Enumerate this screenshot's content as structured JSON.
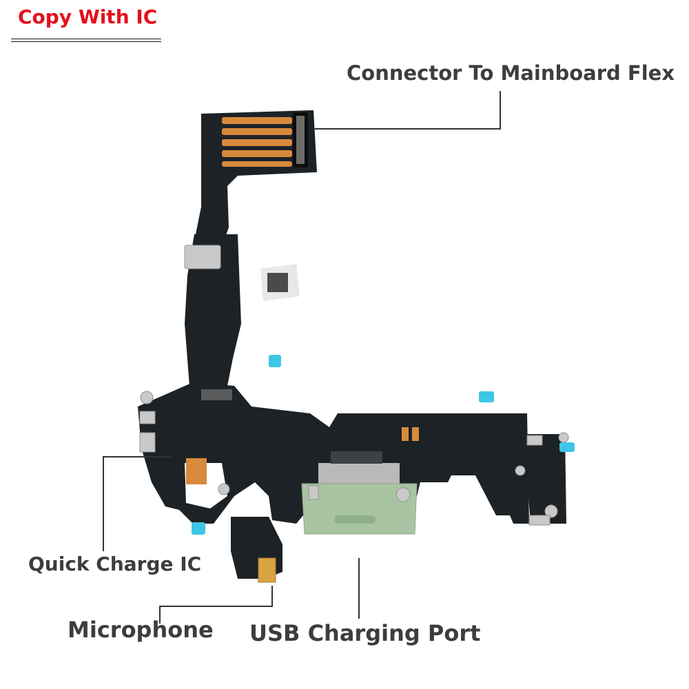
{
  "badge": {
    "text": "Copy With IC",
    "color": "#e4101b"
  },
  "labels": {
    "connector": "Connector To Mainboard Flex",
    "quick_charge": "Quick Charge IC",
    "microphone": "Microphone",
    "usb_port": "USB Charging Port"
  },
  "colors": {
    "flex": "#1d2226",
    "copper": "#d78a3c",
    "port_green": "#a8c4a2",
    "bracket": "#c9c9c9",
    "tape": "#3ec6e6",
    "label_text": "#3d3d3d",
    "leader_line": "#333333"
  }
}
